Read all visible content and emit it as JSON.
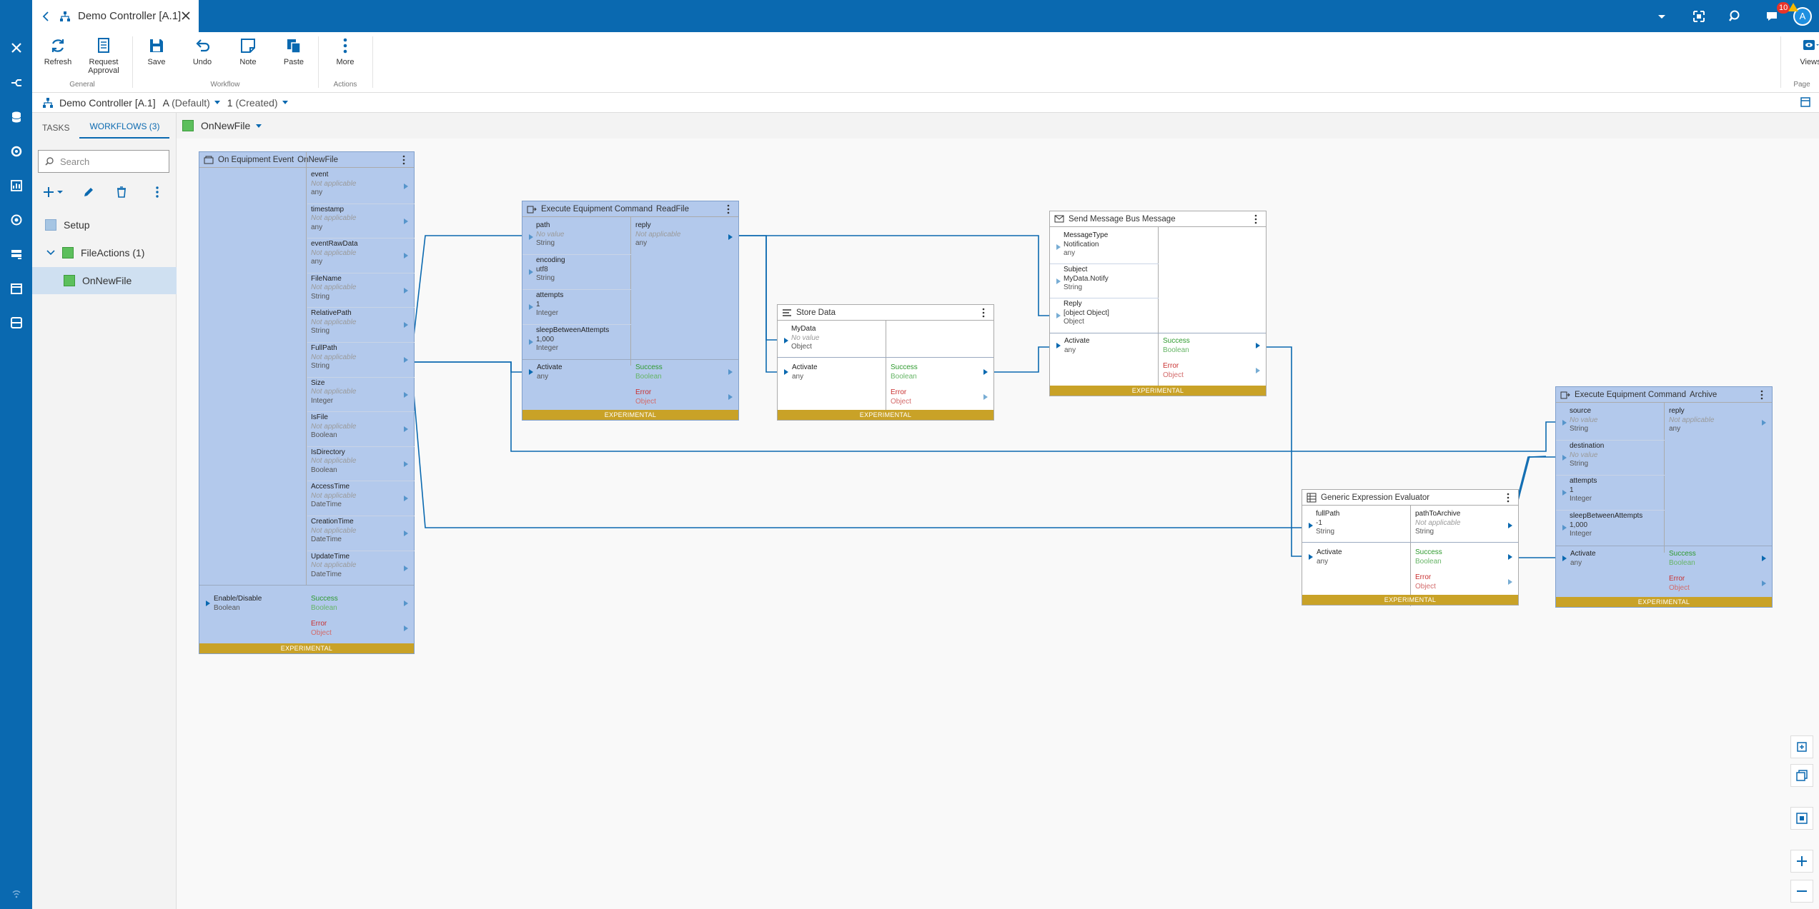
{
  "tab": {
    "title": "Demo Controller [A.1]"
  },
  "topbar": {
    "notification_count": "10",
    "avatar_letter": "A"
  },
  "ribbon": {
    "refresh": "Refresh",
    "request_approval": "Request Approval",
    "save": "Save",
    "undo": "Undo",
    "note": "Note",
    "paste": "Paste",
    "more": "More",
    "views": "Views",
    "groups": {
      "general": "General",
      "workflow": "Workflow",
      "actions": "Actions",
      "page": "Page"
    }
  },
  "breadcrumb": {
    "name": "Demo Controller [A.1]",
    "version": "A",
    "version_label": "(Default)",
    "revision": "1",
    "revision_label": "(Created)"
  },
  "sidebar": {
    "tab_tasks": "TASKS",
    "tab_workflows": "WORKFLOWS (3)",
    "search_placeholder": "Search",
    "items": [
      {
        "label": "Setup"
      },
      {
        "label": "FileActions (1)"
      },
      {
        "label": "OnNewFile"
      }
    ]
  },
  "workflow_tab": {
    "label": "OnNewFile"
  },
  "colors": {
    "accent": "#0a69b0",
    "experimental": "#c9a227",
    "selected_task": "#b3c9ec",
    "success": "#2e9a2e",
    "error": "#c93030"
  },
  "tasks": {
    "on_equipment_event": {
      "title": "On Equipment Event",
      "name": "OnNewFile",
      "outputs": [
        {
          "name": "event",
          "value": "Not applicable",
          "type": "any"
        },
        {
          "name": "timestamp",
          "value": "Not applicable",
          "type": "any"
        },
        {
          "name": "eventRawData",
          "value": "Not applicable",
          "type": "any"
        },
        {
          "name": "FileName",
          "value": "Not applicable",
          "type": "String"
        },
        {
          "name": "RelativePath",
          "value": "Not applicable",
          "type": "String"
        },
        {
          "name": "FullPath",
          "value": "Not applicable",
          "type": "String"
        },
        {
          "name": "Size",
          "value": "Not applicable",
          "type": "Integer"
        },
        {
          "name": "IsFile",
          "value": "Not applicable",
          "type": "Boolean"
        },
        {
          "name": "IsDirectory",
          "value": "Not applicable",
          "type": "Boolean"
        },
        {
          "name": "AccessTime",
          "value": "Not applicable",
          "type": "DateTime"
        },
        {
          "name": "CreationTime",
          "value": "Not applicable",
          "type": "DateTime"
        },
        {
          "name": "UpdateTime",
          "value": "Not applicable",
          "type": "DateTime"
        }
      ],
      "activate": {
        "name": "Enable/Disable",
        "type": "Boolean"
      },
      "success": {
        "name": "Success",
        "type": "Boolean"
      },
      "error": {
        "name": "Error",
        "type": "Object"
      },
      "footer": "EXPERIMENTAL"
    },
    "read_file": {
      "title": "Execute Equipment Command",
      "name": "ReadFile",
      "inputs": [
        {
          "name": "path",
          "value": "No value",
          "type": "String"
        },
        {
          "name": "encoding",
          "value": "utf8",
          "type": "String"
        },
        {
          "name": "attempts",
          "value": "1",
          "type": "Integer"
        },
        {
          "name": "sleepBetweenAttempts",
          "value": "1,000",
          "type": "Integer"
        }
      ],
      "outputs": [
        {
          "name": "reply",
          "value": "Not applicable",
          "type": "any"
        }
      ],
      "activate": {
        "name": "Activate",
        "type": "any"
      },
      "success": {
        "name": "Success",
        "type": "Boolean"
      },
      "error": {
        "name": "Error",
        "type": "Object"
      },
      "footer": "EXPERIMENTAL"
    },
    "store_data": {
      "title": "Store Data",
      "inputs": [
        {
          "name": "MyData",
          "value": "No value",
          "type": "Object"
        }
      ],
      "activate": {
        "name": "Activate",
        "type": "any"
      },
      "success": {
        "name": "Success",
        "type": "Boolean"
      },
      "error": {
        "name": "Error",
        "type": "Object"
      },
      "footer": "EXPERIMENTAL"
    },
    "send_message": {
      "title": "Send Message Bus Message",
      "inputs": [
        {
          "name": "MessageType",
          "value": "Notification",
          "type": "any"
        },
        {
          "name": "Subject",
          "value": "MyData.Notify",
          "type": "String"
        },
        {
          "name": "Reply",
          "value": "[object Object]",
          "type": "Object"
        }
      ],
      "activate": {
        "name": "Activate",
        "type": "any"
      },
      "success": {
        "name": "Success",
        "type": "Boolean"
      },
      "error": {
        "name": "Error",
        "type": "Object"
      },
      "footer": "EXPERIMENTAL"
    },
    "expression": {
      "title": "Generic Expression Evaluator",
      "inputs": [
        {
          "name": "fullPath",
          "value": "-1",
          "type": "String"
        }
      ],
      "outputs": [
        {
          "name": "pathToArchive",
          "value": "Not applicable",
          "type": "String"
        }
      ],
      "activate": {
        "name": "Activate",
        "type": "any"
      },
      "success": {
        "name": "Success",
        "type": "Boolean"
      },
      "error": {
        "name": "Error",
        "type": "Object"
      },
      "footer": "EXPERIMENTAL"
    },
    "archive": {
      "title": "Execute Equipment Command",
      "name": "Archive",
      "inputs": [
        {
          "name": "source",
          "value": "No value",
          "type": "String"
        },
        {
          "name": "destination",
          "value": "No value",
          "type": "String"
        },
        {
          "name": "attempts",
          "value": "1",
          "type": "Integer"
        },
        {
          "name": "sleepBetweenAttempts",
          "value": "1,000",
          "type": "Integer"
        }
      ],
      "outputs": [
        {
          "name": "reply",
          "value": "Not applicable",
          "type": "any"
        }
      ],
      "activate": {
        "name": "Activate",
        "type": "any"
      },
      "success": {
        "name": "Success",
        "type": "Boolean"
      },
      "error": {
        "name": "Error",
        "type": "Object"
      },
      "footer": "EXPERIMENTAL"
    }
  }
}
